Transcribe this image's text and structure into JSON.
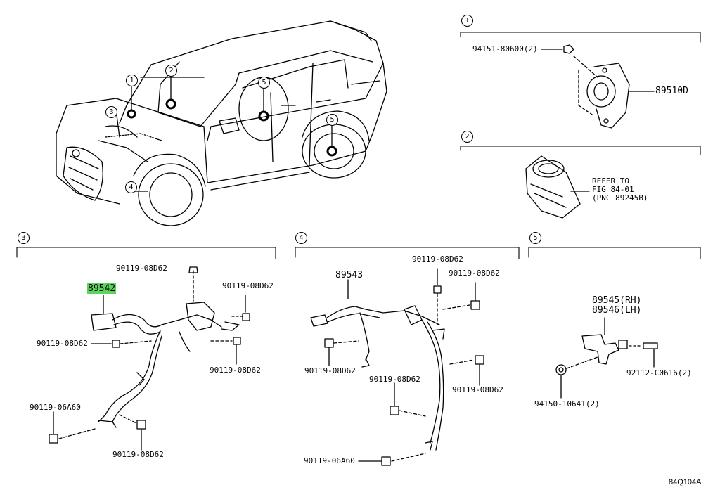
{
  "sections": {
    "s1": "1",
    "s2": "2",
    "s3": "3",
    "s4": "4",
    "s5": "5"
  },
  "car_callouts": [
    "1",
    "2",
    "3",
    "4",
    "5",
    "5"
  ],
  "parts": {
    "p1_bolt": "94151-80600(2)",
    "p1_sensor": "89510D",
    "p2_ref": "REFER TO\nFIG 84-01\n(PNC 89245B)",
    "p3_harness": "89542",
    "p3_b1": "90119-08D62",
    "p3_b2": "90119-08D62",
    "p3_b3": "90119-08D62",
    "p3_b4": "90119-08D62",
    "p3_b5": "90119-06A60",
    "p3_b6": "90119-08D62",
    "p4_harness": "89543",
    "p4_b1": "90119-08D62",
    "p4_b2": "90119-08D62",
    "p4_b3": "90119-08D62",
    "p4_b4": "90119-08D62",
    "p4_b5": "90119-08D62",
    "p4_b6": "90119-06A60",
    "p5_sensor": "89545(RH)\n89546(LH)",
    "p5_stud": "92112-C0616(2)",
    "p5_nut": "94150-10641(2)"
  },
  "figure_id": "84Q104A",
  "colors": {
    "highlight": "#5dd35d",
    "ink": "#000000"
  }
}
